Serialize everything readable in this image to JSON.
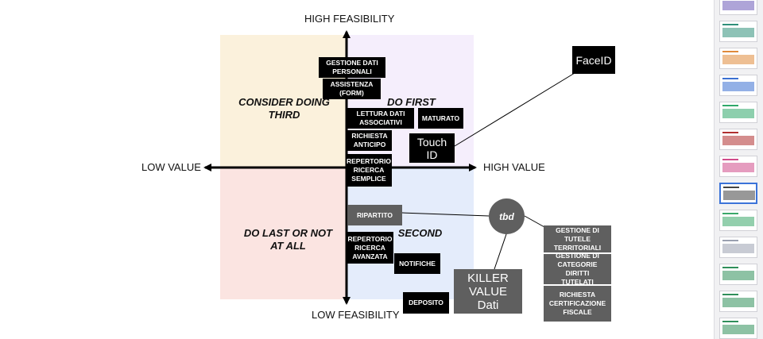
{
  "axes": {
    "top": "HIGH FEASIBILITY",
    "bottom": "LOW FEASIBILITY",
    "left": "LOW VALUE",
    "right": "HIGH VALUE"
  },
  "quadrants": {
    "top_left": [
      "CONSIDER DOING",
      "THIRD"
    ],
    "top_right": "DO FIRST",
    "bottom_left": [
      "DO LAST OR NOT",
      "AT ALL"
    ],
    "bottom_right": "SECOND"
  },
  "items": {
    "gestione_dati": [
      "GESTIONE DATI",
      "PERSONALI"
    ],
    "assistenza": [
      "ASSISTENZA",
      "(FORM)"
    ],
    "lettura_dati": [
      "LETTURA DATI",
      "ASSOCIATIVI"
    ],
    "maturato": "MATURATO",
    "richiesta_anticipo": [
      "RICHIESTA",
      "ANTICIPO"
    ],
    "touch_id": [
      "Touch",
      "ID"
    ],
    "repertorio_semplice": [
      "REPERTORIO",
      "RICERCA",
      "SEMPLICE"
    ],
    "face_id": "FaceID",
    "ripartito": "RIPARTITO",
    "repertorio_avanzata": [
      "REPERTORIO",
      "RICERCA",
      "AVANZATA"
    ],
    "notifiche": "NOTIFICHE",
    "deposito": "DEPOSITO",
    "killer_value": [
      "KILLER",
      "VALUE",
      "Dati"
    ],
    "tbd": "tbd",
    "gestione_tutele": [
      "GESTIONE DI",
      "TUTELE",
      "TERRITORIALI"
    ],
    "gestione_categorie": [
      "GESTIONE DI",
      "CATEGORIE DIRITTI",
      "TUTELATI"
    ],
    "richiesta_certificazione": [
      "RICHIESTA",
      "CERTIFICAZIONE",
      "FISCALE"
    ]
  },
  "colors": {
    "q_top_left": "#fbf1dc",
    "q_top_right": "#f5eefc",
    "q_bottom_left": "#fbe4e1",
    "q_bottom_right": "#e4ecfb",
    "box_black": "#000000",
    "box_grey": "#5f5f5f"
  },
  "thumbnails": [
    {
      "accent": "#6b5ab8"
    },
    {
      "accent": "#2f8f7a"
    },
    {
      "accent": "#e08a3a"
    },
    {
      "accent": "#3a6fd1"
    },
    {
      "accent": "#2fa86a"
    },
    {
      "accent": "#b03030"
    },
    {
      "accent": "#d04a8a"
    },
    {
      "accent": "#444444",
      "selected": true
    },
    {
      "accent": "#3aa86a"
    },
    {
      "accent": "#9aa0b0"
    },
    {
      "accent": "#2f8f5a"
    },
    {
      "accent": "#2f8f5a"
    },
    {
      "accent": "#2f8f5a"
    }
  ]
}
